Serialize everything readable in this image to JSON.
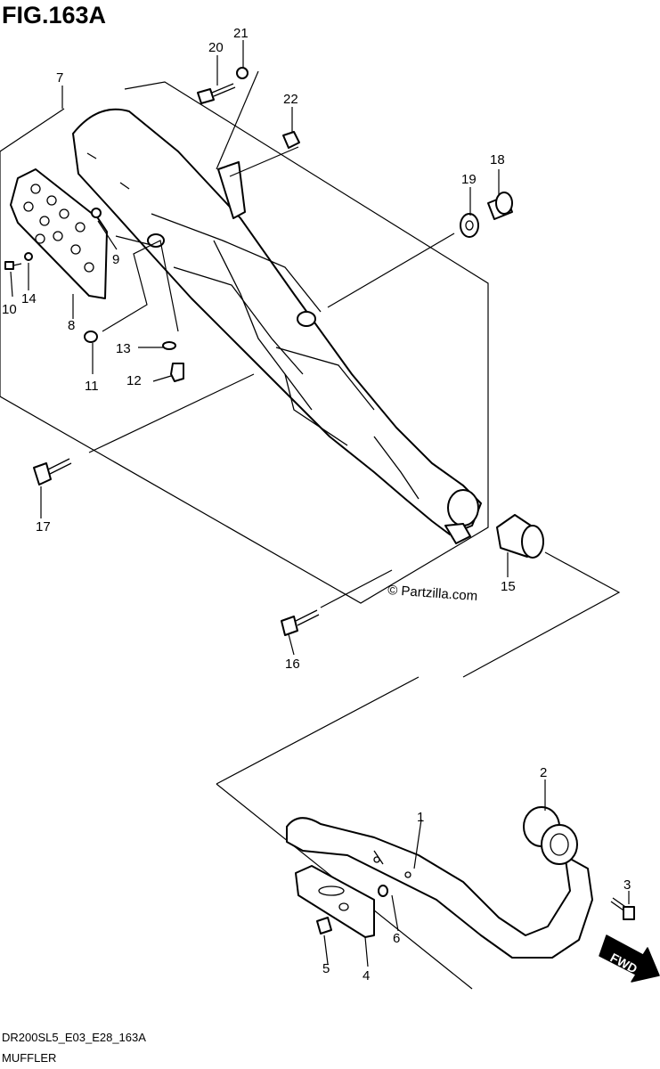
{
  "figure": {
    "title": "FIG.163A",
    "code": "DR200SL5_E03_E28_163A",
    "name": "MUFFLER",
    "watermark": "© Partzilla.com",
    "direction_label": "FWD"
  },
  "callouts": {
    "p1": "1",
    "p2": "2",
    "p3": "3",
    "p4": "4",
    "p5": "5",
    "p6": "6",
    "p7": "7",
    "p8": "8",
    "p9": "9",
    "p10": "10",
    "p11": "11",
    "p12": "12",
    "p13": "13",
    "p14": "14",
    "p15": "15",
    "p16": "16",
    "p17": "17",
    "p18": "18",
    "p19": "19",
    "p20": "20",
    "p21": "21",
    "p22": "22"
  },
  "parts": [
    {
      "id": "p1",
      "name": "exhaust-pipe"
    },
    {
      "id": "p2",
      "name": "exhaust-gasket"
    },
    {
      "id": "p3",
      "name": "bolt"
    },
    {
      "id": "p4",
      "name": "heat-protector"
    },
    {
      "id": "p5",
      "name": "bolt"
    },
    {
      "id": "p6",
      "name": "washer"
    },
    {
      "id": "p7",
      "name": "muffler"
    },
    {
      "id": "p8",
      "name": "muffler-protector"
    },
    {
      "id": "p9",
      "name": "washer"
    },
    {
      "id": "p10",
      "name": "screw"
    },
    {
      "id": "p11",
      "name": "washer"
    },
    {
      "id": "p12",
      "name": "bolt"
    },
    {
      "id": "p13",
      "name": "washer"
    },
    {
      "id": "p14",
      "name": "washer"
    },
    {
      "id": "p15",
      "name": "exhaust-pipe-gasket"
    },
    {
      "id": "p16",
      "name": "bolt"
    },
    {
      "id": "p17",
      "name": "bolt"
    },
    {
      "id": "p18",
      "name": "spacer"
    },
    {
      "id": "p19",
      "name": "cushion"
    },
    {
      "id": "p20",
      "name": "bolt"
    },
    {
      "id": "p21",
      "name": "washer"
    },
    {
      "id": "p22",
      "name": "nut"
    }
  ]
}
